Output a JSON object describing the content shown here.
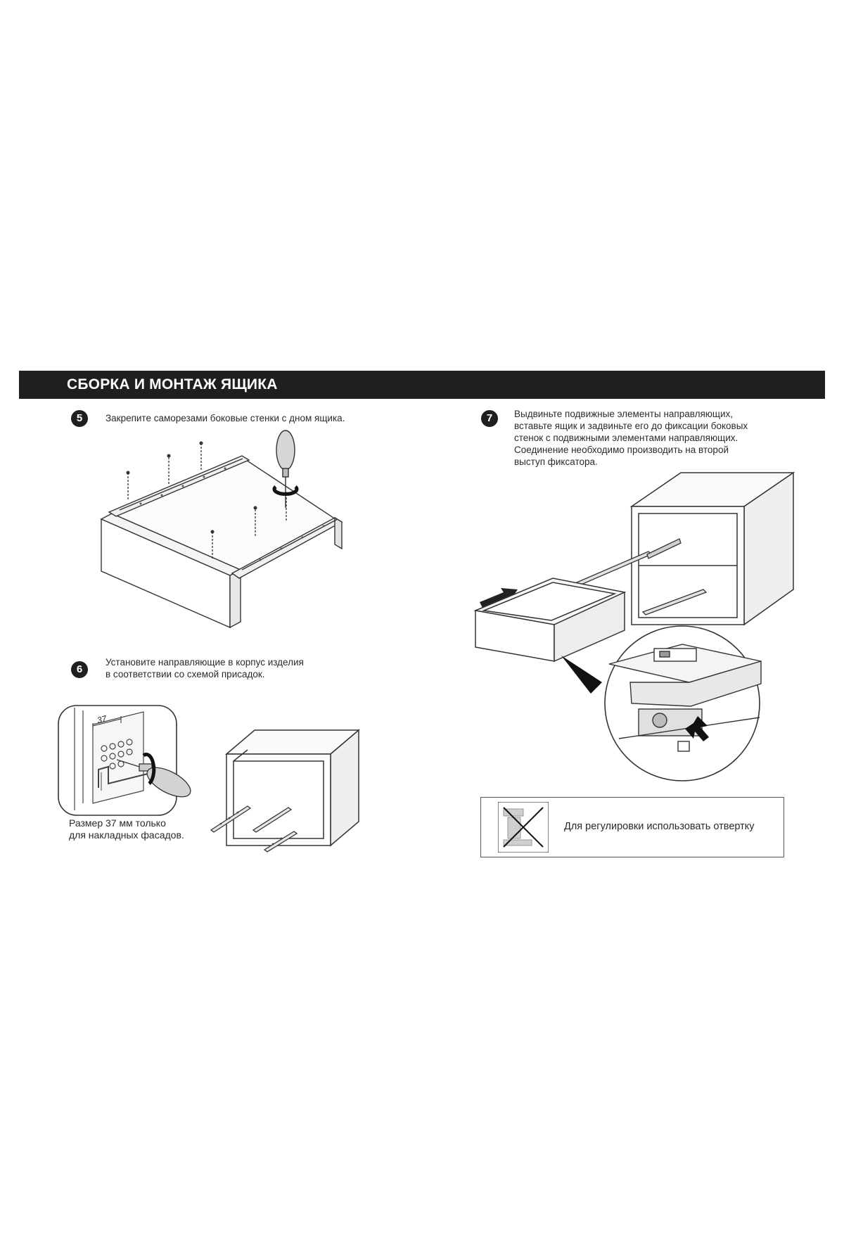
{
  "header": {
    "title": "СБОРКА И МОНТАЖ ЯЩИКА"
  },
  "steps": [
    {
      "number": "5",
      "text": "Закрепите саморезами боковые стенки с дном ящика."
    },
    {
      "number": "6",
      "text": "Установите направляющие в корпус изделия\nв соответствии со схемой присадок."
    },
    {
      "number": "7",
      "text": "Выдвиньте подвижные элементы направляющих,\nвставьте ящик и задвиньте его до фиксации боковых\nстенок с подвижными элементами направляющих.\nСоединение необходимо производить на второй\nвыступ фиксатора."
    }
  ],
  "dimension_label": "37",
  "step6_caption": "Размер 37 мм только\nдля накладных фасадов.",
  "note": {
    "text": "Для регулировки использовать отвертку"
  }
}
